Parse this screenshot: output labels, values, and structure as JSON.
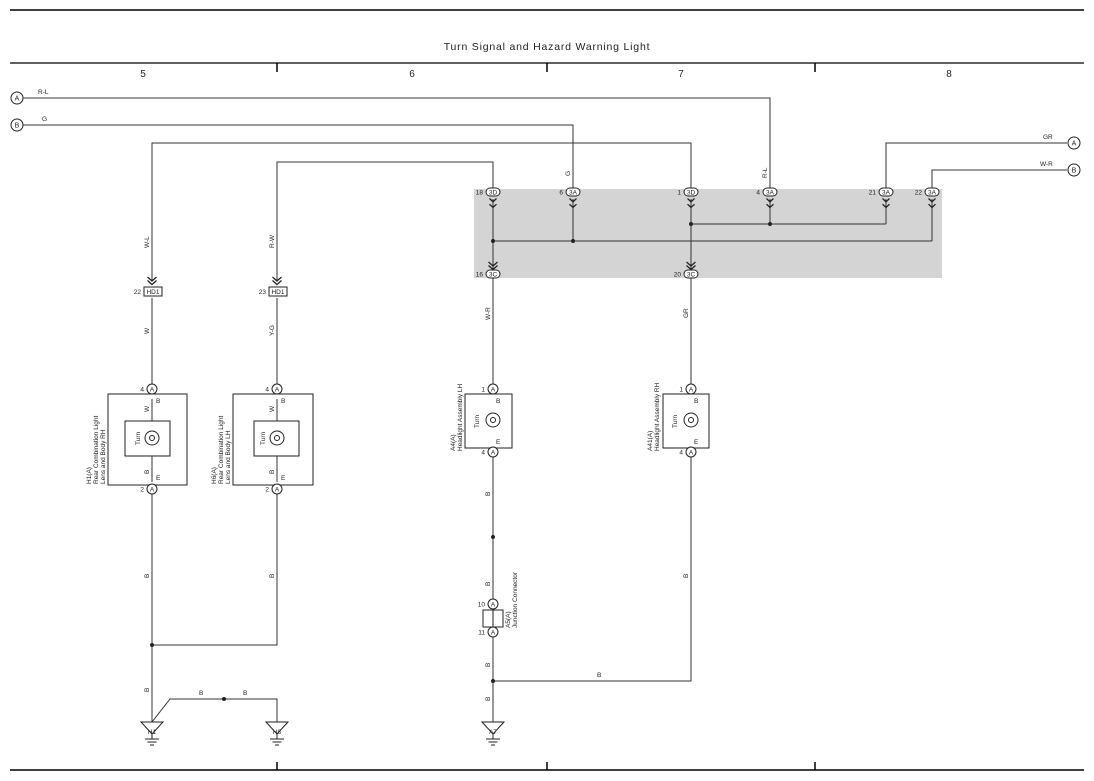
{
  "title": "Turn Signal and Hazard Warning Light",
  "columns": [
    "5",
    "6",
    "7",
    "8"
  ],
  "terminals": [
    {
      "id": "A",
      "wire": "R-L"
    },
    {
      "id": "B",
      "wire": "G"
    },
    {
      "id": "A",
      "wire": "GR"
    },
    {
      "id": "B",
      "wire": "W-R"
    }
  ],
  "wire_labels": {
    "wl": "W-L",
    "rw": "R-W",
    "w": "W",
    "yg": "Y-G",
    "g": "G",
    "rl": "R-L",
    "wr": "W-R",
    "gr": "GR",
    "b": "B"
  },
  "block_pins": [
    {
      "pin": "18",
      "conn": "3D"
    },
    {
      "pin": "6",
      "conn": "3A"
    },
    {
      "pin": "1",
      "conn": "3D"
    },
    {
      "pin": "4",
      "conn": "3A"
    },
    {
      "pin": "21",
      "conn": "3A"
    },
    {
      "pin": "22",
      "conn": "3A"
    },
    {
      "pin": "16",
      "conn": "3C"
    },
    {
      "pin": "20",
      "conn": "3C"
    }
  ],
  "connectors": [
    {
      "pin": "22",
      "name": "HD1"
    },
    {
      "pin": "23",
      "name": "HD1"
    }
  ],
  "components": [
    {
      "code": "H1(A)",
      "line1": "Rear Combination Light",
      "line2": "Lens and Body RH",
      "inner": "Turn"
    },
    {
      "code": "H6(A)",
      "line1": "Rear Combination Light",
      "line2": "Lens and Body LH",
      "inner": "Turn"
    },
    {
      "code": "A4(A)",
      "line1": "Headlight Assembly LH",
      "line2": "",
      "inner": "Turn"
    },
    {
      "code": "A41(A)",
      "line1": "Headlight Assembly RH",
      "line2": "",
      "inner": "Turn"
    }
  ],
  "component_pins": {
    "p1": "1",
    "p2": "2",
    "p4": "4",
    "p10": "10",
    "p11": "11",
    "A": "A",
    "B": "B",
    "E": "E"
  },
  "junction": {
    "code": "A5(A)",
    "name": "Junction Connector"
  },
  "grounds": [
    "H1",
    "H8",
    "A7"
  ]
}
